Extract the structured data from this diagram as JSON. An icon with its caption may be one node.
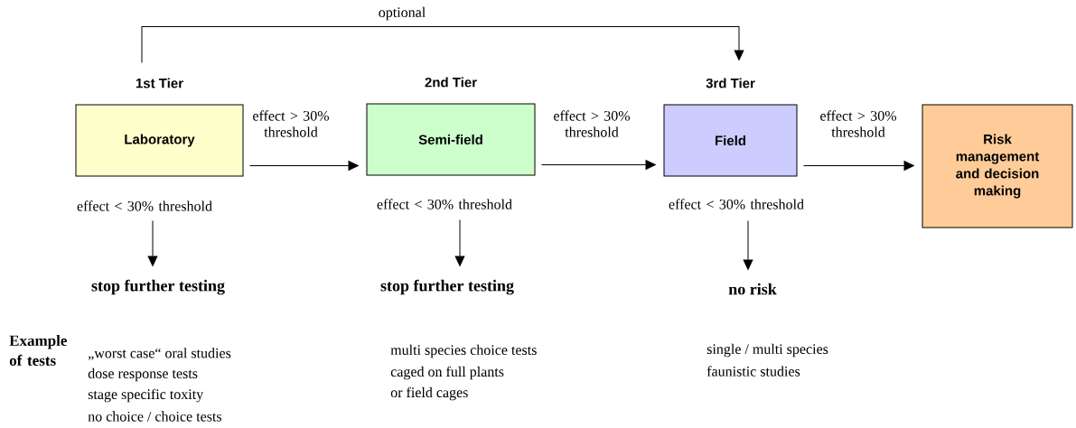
{
  "diagram": {
    "nodes": [
      {
        "text": [
          "1st Tier",
          "Laboratory"
        ]
      },
      {
        "text": [
          "2nd Tier",
          "Semi-field"
        ]
      },
      {
        "text": [
          "3rd Tier",
          "Field"
        ]
      },
      {
        "text": [
          "Risk management and decision making"
        ]
      },
      {
        "text": [
          "stop further testing"
        ]
      },
      {
        "text": [
          "stop further testing"
        ]
      },
      {
        "text": [
          "no risk"
        ]
      }
    ],
    "edges": [
      {
        "from": 0,
        "to": 1,
        "arrow": "to",
        "label": "effect > 30% threshold"
      },
      {
        "from": 1,
        "to": 2,
        "arrow": "to",
        "label": "effect > 30% threshold"
      },
      {
        "from": 2,
        "to": 3,
        "arrow": "to",
        "label": "effect > 30% threshold"
      },
      {
        "from": 0,
        "to": 4,
        "arrow": "to",
        "label": "effect < 30% threshold"
      },
      {
        "from": 1,
        "to": 5,
        "arrow": "to",
        "label": "effect < 30% threshold"
      },
      {
        "from": 2,
        "to": 6,
        "arrow": "to",
        "label": "effect < 30% threshold"
      },
      {
        "from": 0,
        "to": 2,
        "arrow": "to",
        "label": "optional"
      }
    ],
    "labels": [
      "Example of tests",
      "„worst case“ oral studies",
      "dose response tests",
      "stage specific toxity",
      "no choice / choice tests",
      "multi species choice tests",
      "caged on full plants",
      "or field cages",
      "single / multi species",
      "faunistic studies"
    ]
  }
}
